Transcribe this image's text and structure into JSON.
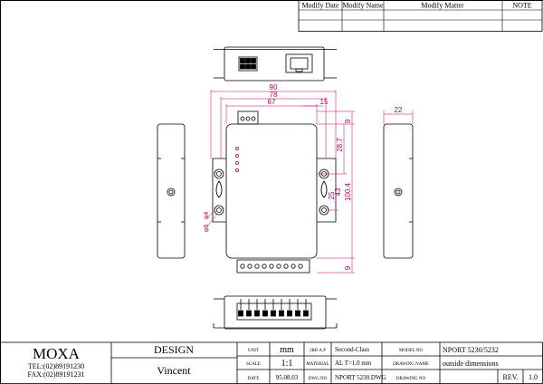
{
  "revision_table": {
    "headers": [
      "Modify Date",
      "Modify Name",
      "Modify Matter",
      "NOTE"
    ]
  },
  "dimensions": {
    "width_90": "90",
    "width_78": "78",
    "width_67": "67",
    "width_15": "15",
    "side_22": "22",
    "top_9": "9",
    "height_28_7": "28.7",
    "hole_25": "25",
    "hole_43": "43",
    "height_100_4": "100.4",
    "bottom_9": "9",
    "dia_4": "φ4",
    "dia_6": "φ6"
  },
  "title_block": {
    "company": "MOXA",
    "tel": "TEL:(02)89191230",
    "fax": "FAX:(02)89191231",
    "design_label": "DESIGN",
    "designer": "Vincent",
    "unit_label": "UNIT",
    "unit_value": "mm",
    "scale_label": "SCALE",
    "scale_value": "1:1",
    "date_label": "DATE",
    "date_value": "95.08.03",
    "proj_label": "3RD A.P",
    "proj_value": "Second-Class",
    "material_label": "MATERIAL",
    "material_value": "AL T=1.0 mm",
    "dwg_label": "DWG.NO",
    "dwg_value": "NPORT 5230.DWG",
    "model_label": "MODEL NO",
    "model_value": "NPORT  5230/5232",
    "drawing_name_label": "DRAWING NAME",
    "drawing_name_value": "outside dimensions",
    "drawing_no_label": "DRAWING NO",
    "rev_label": "REV.",
    "rev_value": "1.0"
  }
}
